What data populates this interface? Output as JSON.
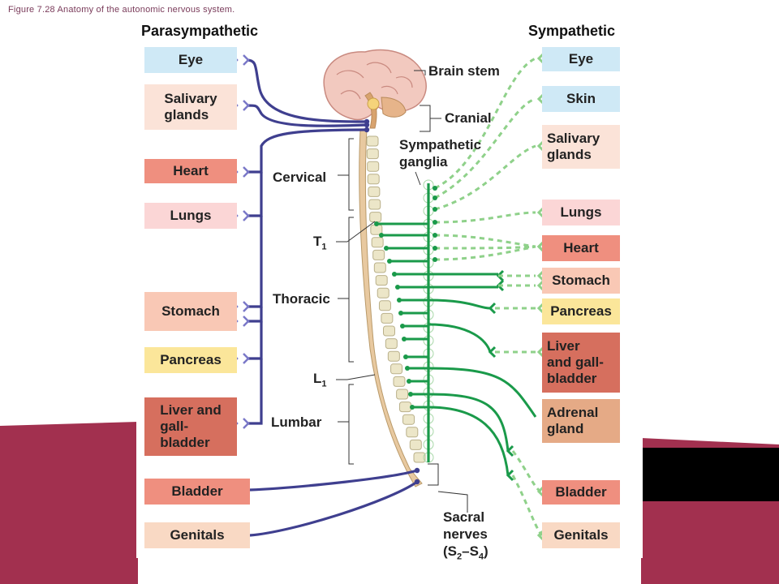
{
  "caption": "Figure 7.28 Anatomy of the autonomic nervous system.",
  "headings": {
    "parasympathetic": "Parasympathetic",
    "sympathetic": "Sympathetic"
  },
  "parasympathetic_organs": [
    {
      "label": "Eye",
      "color": "#cfe9f6"
    },
    {
      "label": "Salivary\nglands",
      "color": "#fbe3d8"
    },
    {
      "label": "Heart",
      "color": "#ef8f7f"
    },
    {
      "label": "Lungs",
      "color": "#fbd6d6"
    },
    {
      "label": "Stomach",
      "color": "#f9c8b5"
    },
    {
      "label": "Pancreas",
      "color": "#fbe69a"
    },
    {
      "label": "Liver and\ngall-\nbladder",
      "color": "#d66f5e"
    },
    {
      "label": "Bladder",
      "color": "#ef8f7f"
    },
    {
      "label": "Genitals",
      "color": "#f9d9c4"
    }
  ],
  "sympathetic_organs": [
    {
      "label": "Eye",
      "color": "#cfe9f6"
    },
    {
      "label": "Skin",
      "color": "#cfe9f6"
    },
    {
      "label": "Salivary\nglands",
      "color": "#fbe3d8"
    },
    {
      "label": "Lungs",
      "color": "#fbd6d6"
    },
    {
      "label": "Heart",
      "color": "#ef8f7f"
    },
    {
      "label": "Stomach",
      "color": "#f9c8b5"
    },
    {
      "label": "Pancreas",
      "color": "#fbe69a"
    },
    {
      "label": "Liver\nand gall-\nbladder",
      "color": "#d66f5e"
    },
    {
      "label": "Adrenal\ngland",
      "color": "#e5aa86"
    },
    {
      "label": "Bladder",
      "color": "#ef8f7f"
    },
    {
      "label": "Genitals",
      "color": "#f9d9c4"
    }
  ],
  "region_labels": {
    "brain_stem": "Brain stem",
    "cranial": "Cranial",
    "sympathetic_ganglia": "Sympathetic\nganglia",
    "cervical": "Cervical",
    "t1": "T",
    "t1_sub": "1",
    "thoracic": "Thoracic",
    "l1": "L",
    "l1_sub": "1",
    "lumbar": "Lumbar",
    "sacral_line1": "Sacral",
    "sacral_line2": "nerves",
    "sacral_open": "(S",
    "sacral_s2": "2",
    "sacral_dash": "–S",
    "sacral_s4": "4",
    "sacral_close": ")"
  },
  "colors": {
    "parasympathetic_nerve": "#3f3f8f",
    "sympathetic_nerve": "#1a9a4a",
    "sympathetic_postganglionic": "#8fd18a",
    "spinal_cord": "#e8c9a0",
    "vertebrae": "#ece6c8",
    "slide_background": "#a2304f"
  }
}
